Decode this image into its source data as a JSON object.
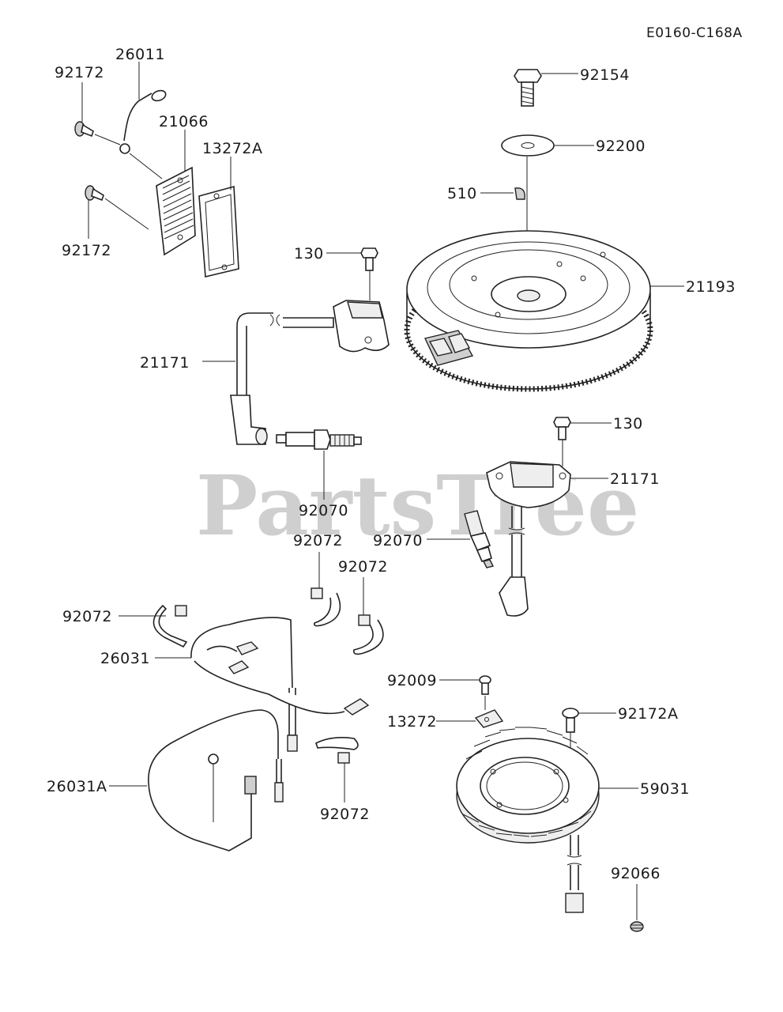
{
  "diagram": {
    "reference_code": "E0160-C168A",
    "watermark": "PartsTree",
    "watermark_mark": "™",
    "callouts": {
      "c_26011": "26011",
      "c_92172_top": "92172",
      "c_21066": "21066",
      "c_13272A": "13272A",
      "c_92172_bottom": "92172",
      "c_92154": "92154",
      "c_92200": "92200",
      "c_510": "510",
      "c_130_top": "130",
      "c_21193": "21193",
      "c_21171_left": "21171",
      "c_130_right": "130",
      "c_21171_right": "21171",
      "c_92070_left": "92070",
      "c_92070_right": "92070",
      "c_92072_a": "92072",
      "c_92072_b": "92072",
      "c_92072_c": "92072",
      "c_92072_d": "92072",
      "c_26031": "26031",
      "c_92009": "92009",
      "c_13272": "13272",
      "c_92172A": "92172A",
      "c_26031A": "26031A",
      "c_59031": "59031",
      "c_92066": "92066"
    }
  }
}
